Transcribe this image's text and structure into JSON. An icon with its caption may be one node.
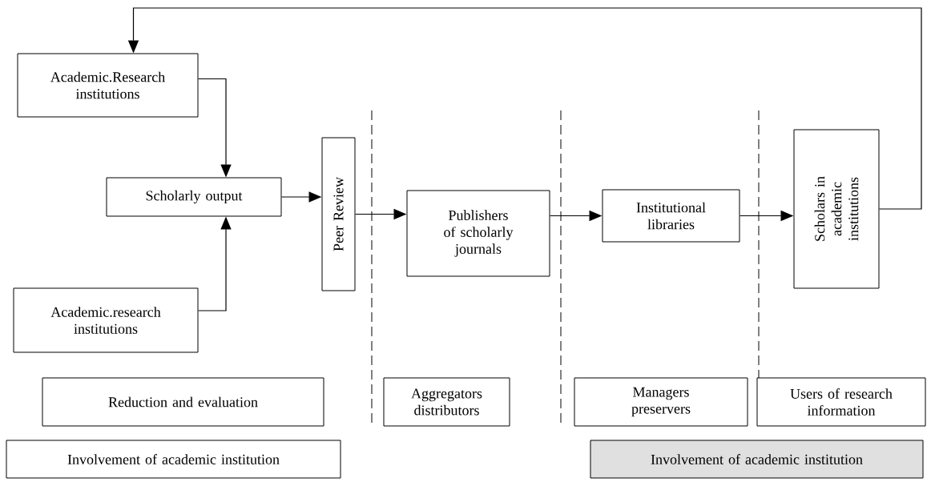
{
  "diagram": {
    "nodes": [
      {
        "text": [
          "Academic.Research institutions"
        ]
      },
      {
        "text": [
          "Scholarly output"
        ]
      },
      {
        "text": [
          "Academic.research institutions"
        ]
      },
      {
        "text": [
          "Peer Review"
        ]
      },
      {
        "text": [
          "Publishers of scholarly journals"
        ]
      },
      {
        "text": [
          "Institutional libraries"
        ]
      },
      {
        "text": [
          "Scholars in academic institutions"
        ]
      },
      {
        "text": [
          "Reduction and evaluation"
        ]
      },
      {
        "text": [
          "Aggregators distributors"
        ]
      },
      {
        "text": [
          "Managers preservers"
        ]
      },
      {
        "text": [
          "Users of research information"
        ]
      },
      {
        "text": [
          "Involvement of academic institution"
        ]
      },
      {
        "text": [
          "Involvement of academic institution"
        ]
      }
    ],
    "edges": [
      {
        "from": 0,
        "to": 1,
        "arrow": "to"
      },
      {
        "from": 2,
        "to": 1,
        "arrow": "to"
      },
      {
        "from": 1,
        "to": 3,
        "arrow": "to"
      },
      {
        "from": 3,
        "to": 4,
        "arrow": "to"
      },
      {
        "from": 4,
        "to": 5,
        "arrow": "to"
      },
      {
        "from": 5,
        "to": 6,
        "arrow": "to"
      },
      {
        "from": 6,
        "to": 0,
        "arrow": "to"
      }
    ]
  }
}
